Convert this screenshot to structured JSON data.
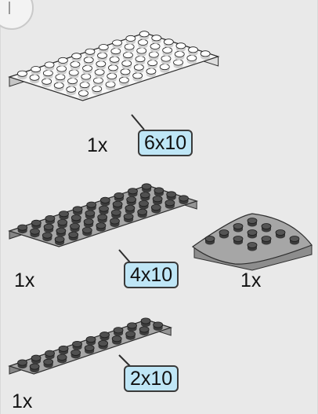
{
  "parts": [
    {
      "quantity": "1x",
      "size": "6x10",
      "color": "#f7f7f7"
    },
    {
      "quantity": "1x",
      "size": "4x10",
      "color": "#a6a6a6"
    },
    {
      "quantity": "1x",
      "size": "",
      "color": "#a6a6a6",
      "shape": "round-corner-plate"
    },
    {
      "quantity": "1x",
      "size": "2x10",
      "color": "#a6a6a6"
    }
  ],
  "colors": {
    "background": "#e9e9e9",
    "callout_fill": "#bfe6f6",
    "stud_dark": "#3b3b3b",
    "outline": "#2e2e2e"
  }
}
